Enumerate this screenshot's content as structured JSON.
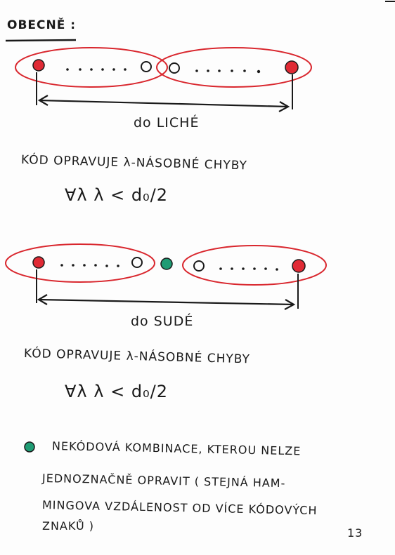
{
  "heading": "OBECNĚ :",
  "odd_case": {
    "distance_label": "do LICHÉ",
    "statement": "KÓD OPRAVUJE λ-NÁSOBNÉ CHYBY",
    "condition": "∀λ   λ < d₀/2"
  },
  "even_case": {
    "distance_label": "do SUDÉ",
    "statement": "KÓD OPRAVUJE λ-NÁSOBNÉ CHYBY",
    "condition": "∀λ   λ < d₀/2"
  },
  "note": {
    "line1": "NEKÓDOVÁ KOMBINACE, KTEROU NELZE",
    "line2": "JEDNOZNAČNĚ OPRAVIT ( STEJNÁ HAM-",
    "line3": "MINGOVA VZDÁLENOST OD VÍCE KÓDOVÝCH",
    "line4": "ZNAKŮ )"
  },
  "page_number": "13",
  "colors": {
    "ink": "#1a1a1a",
    "outline_red": "#d9272e",
    "dot_red": "#e02a35",
    "dot_green": "#1f9c74"
  }
}
